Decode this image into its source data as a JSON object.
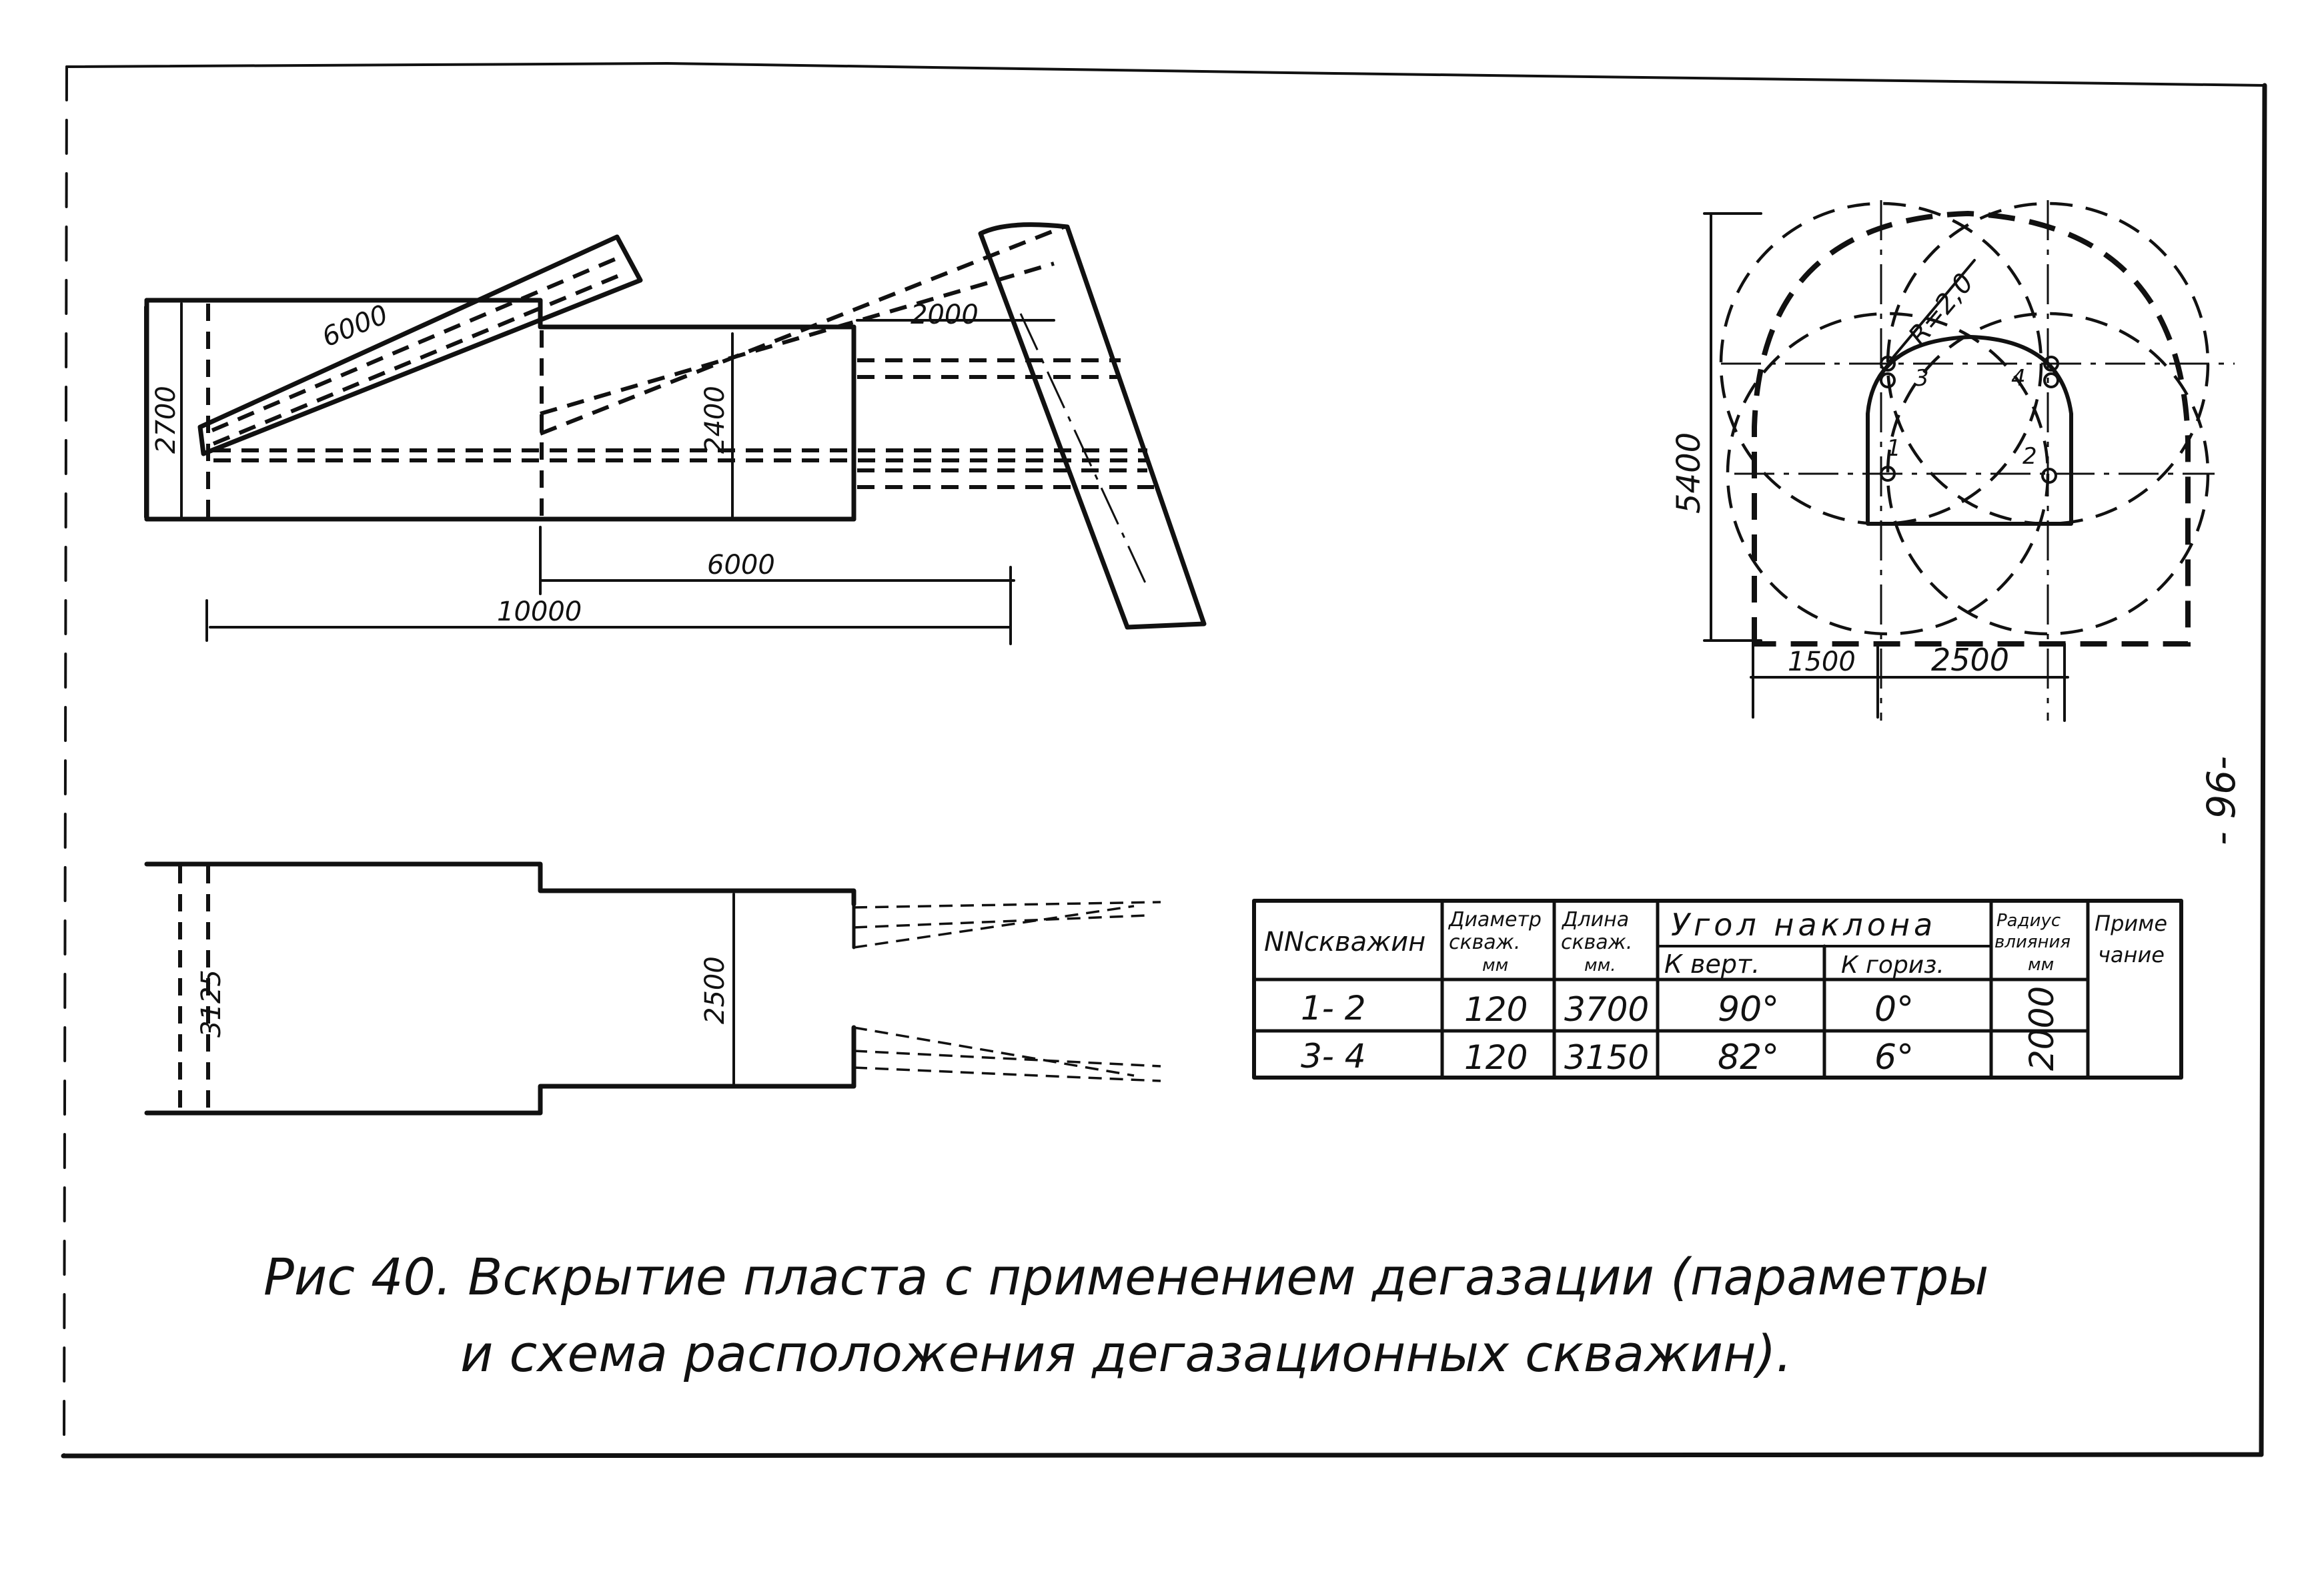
{
  "page_number": "- 96-",
  "caption": {
    "line1": "Рис 40. Вскрытие пласта   с применением   дегазации (параметры",
    "line2": "и схема расположения  дегазационных  скважин)."
  },
  "side_view": {
    "dims": [
      "6000",
      "2000",
      "2700",
      "2400",
      "6000",
      "10000"
    ]
  },
  "plan_view": {
    "dims": [
      "3125",
      "2500"
    ]
  },
  "cross_section": {
    "radius_label": "R=2,0",
    "height_label": "5400",
    "width_left": "1500",
    "width_right": "2500",
    "holes": [
      "1",
      "2",
      "3",
      "4"
    ]
  },
  "table": {
    "headers": {
      "wells": "NNскважин",
      "diameter": [
        "Диаметр",
        "скваж.",
        "мм"
      ],
      "length": [
        "Длина",
        "скваж.",
        "мм."
      ],
      "angle": "Угол наклона",
      "angle_vert": "К верт.",
      "angle_horiz": "К гориз.",
      "radius": [
        "Радиус",
        "влияния",
        "мм"
      ],
      "note": [
        "Приме",
        "чание"
      ]
    },
    "rows": [
      {
        "wells": "1- 2",
        "diameter": "120",
        "length": "3700",
        "vert": "90°",
        "horiz": "0°"
      },
      {
        "wells": "3- 4",
        "diameter": "120",
        "length": "3150",
        "vert": "82°",
        "horiz": "6°"
      }
    ],
    "radius_value": "2000"
  }
}
